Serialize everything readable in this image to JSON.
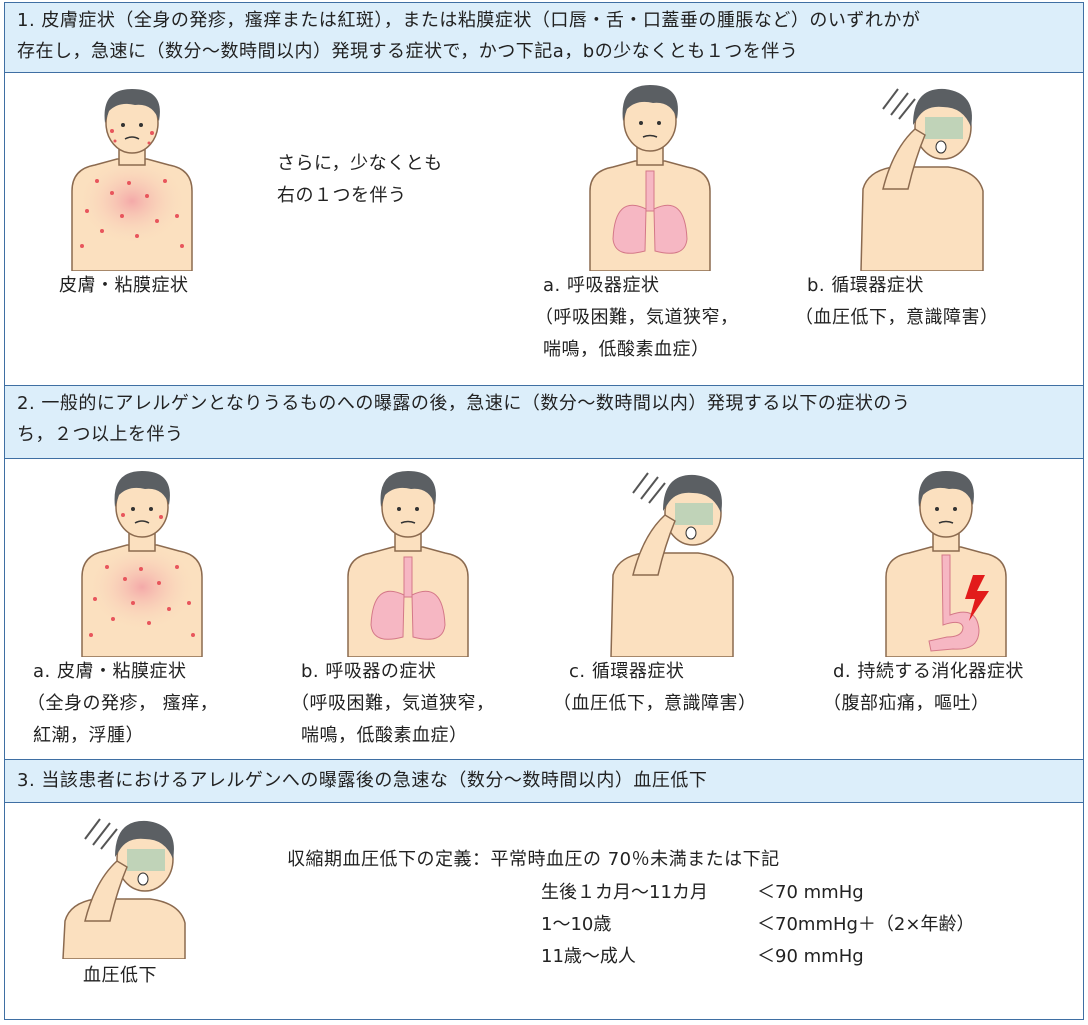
{
  "section1": {
    "header_line1": "1. 皮膚症状（全身の発疹，瘙痒または紅斑），または粘膜症状（口唇・舌・口蓋垂の腫脹など）のいずれかが",
    "header_line2": "存在し，急速に（数分〜数時間以内）発現する症状で，かつ下記a，bの少なくとも１つを伴う",
    "skin_caption": "皮膚・粘膜症状",
    "middle_line1": "さらに，少なくとも",
    "middle_line2": "右の１つを伴う",
    "a_line1": "a.  呼吸器症状",
    "a_line2": "（呼吸困難，気道狭窄，",
    "a_line3": "喘鳴，低酸素血症）",
    "b_line1": "b.  循環器症状",
    "b_line2": "（血圧低下，意識障害）"
  },
  "section2": {
    "header_line1": "2. 一般的にアレルゲンとなりうるものへの曝露の後，急速に（数分〜数時間以内）発現する以下の症状のう",
    "header_line2": "ち，２つ以上を伴う",
    "a_line1": "a.  皮膚・粘膜症状",
    "a_line2": "（全身の発疹，  瘙痒，",
    "a_line3": "紅潮，浮腫）",
    "b_line1": "b.  呼吸器の症状",
    "b_line2": "（呼吸困難，気道狭窄，",
    "b_line3": "喘鳴，低酸素血症）",
    "c_line1": "c.  循環器症状",
    "c_line2": "（血圧低下，意識障害）",
    "d_line1": "d.  持続する消化器症状",
    "d_line2": "（腹部疝痛，嘔吐）"
  },
  "section3": {
    "header": "3. 当該患者におけるアレルゲンへの曝露後の急速な（数分〜数時間以内）血圧低下",
    "caption": "血圧低下",
    "definition": "収縮期血圧低下の定義：平常時血圧の 70％未満または下記",
    "rows": [
      {
        "age": "生後１カ月〜11カ月",
        "value": "＜70 mmHg"
      },
      {
        "age": "1〜10歳",
        "value": "＜70mmHg＋（2×年齢）"
      },
      {
        "age": "11歳〜成人",
        "value": "＜90 mmHg"
      }
    ]
  },
  "colors": {
    "header_bg": "#dceefa",
    "border": "#3f6fa3",
    "skin": "#fbe0bf",
    "hair": "#5b5f63",
    "rash": "#e8555c",
    "lung": "#f6b7c3",
    "lightning": "#e21b1b",
    "dizzy": "#8fc9b3"
  }
}
